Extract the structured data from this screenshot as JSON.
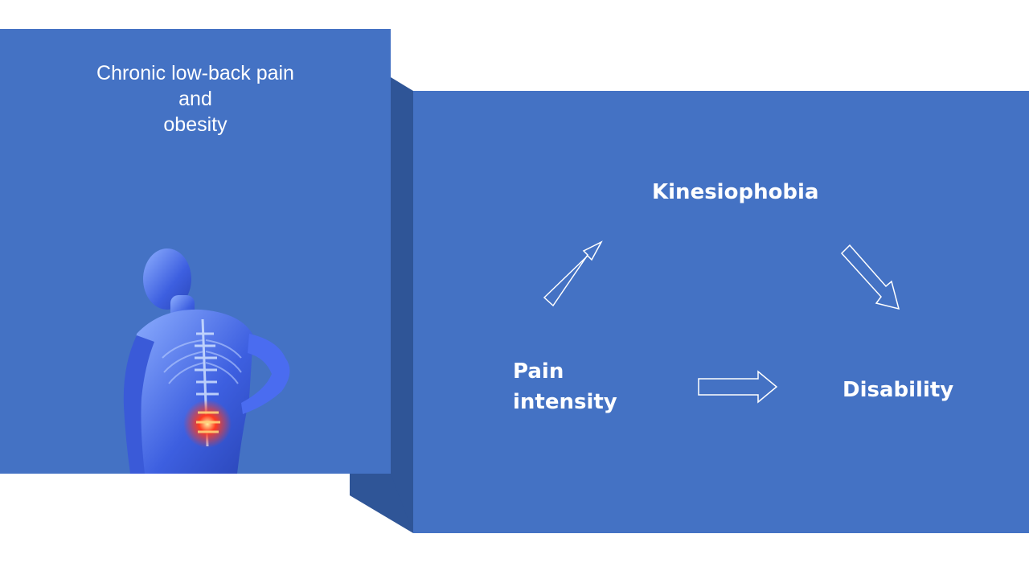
{
  "colors": {
    "panel": "#4472c4",
    "panel_shadow": "#2f5597",
    "text": "#ffffff",
    "highlight": "#ff3b1f"
  },
  "left_panel": {
    "title_lines": [
      "Chronic low-back pain",
      "and",
      "obesity"
    ],
    "image_icon": "back-pain-figure-icon"
  },
  "diagram": {
    "nodes": {
      "kinesiophobia": "Kinesiophobia",
      "pain_intensity_lines": [
        "Pain",
        "intensity"
      ],
      "disability": "Disability"
    },
    "edges": [
      {
        "from": "pain_intensity",
        "to": "kinesiophobia",
        "icon": "arrow-up-right-icon"
      },
      {
        "from": "kinesiophobia",
        "to": "disability",
        "icon": "arrow-down-right-icon"
      },
      {
        "from": "pain_intensity",
        "to": "disability",
        "icon": "arrow-right-icon"
      }
    ]
  }
}
